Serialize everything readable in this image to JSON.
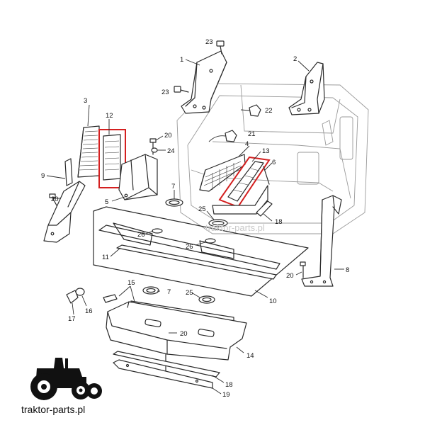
{
  "callouts": {
    "c1": "1",
    "c2": "2",
    "c3": "3",
    "c4": "4",
    "c5": "5",
    "c6": "6",
    "c7a": "7",
    "c7b": "7",
    "c8": "8",
    "c9": "9",
    "c10": "10",
    "c11": "11",
    "c12": "12",
    "c13": "13",
    "c14": "14",
    "c15": "15",
    "c16": "16",
    "c17": "17",
    "c18a": "18",
    "c18b": "18",
    "c19": "19",
    "c20a": "20",
    "c20b": "20",
    "c20c": "20",
    "c20d": "20",
    "c21": "21",
    "c22": "22",
    "c23a": "23",
    "c23b": "23",
    "c24": "24",
    "c25a": "25",
    "c25b": "25",
    "c26a": "26",
    "c26b": "26"
  },
  "watermark": "traktor-parts.pl",
  "brand": {
    "text": "traktor-parts.pl"
  },
  "colors": {
    "highlight": "#d42020",
    "line": "#2a2a2a"
  }
}
